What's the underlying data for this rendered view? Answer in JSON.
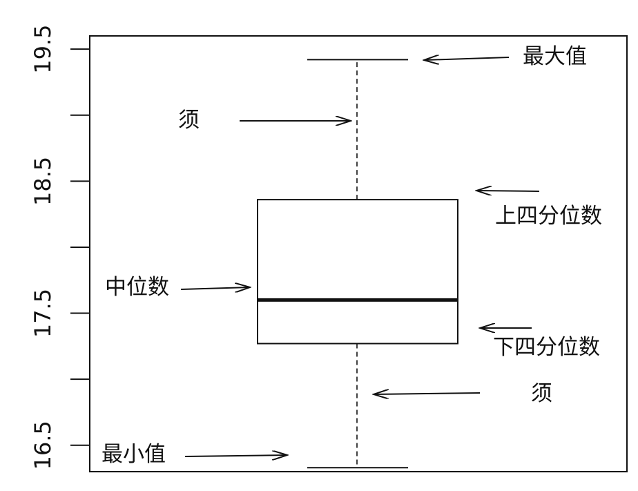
{
  "chart_data": {
    "type": "boxplot",
    "ylim": [
      16.3,
      19.6
    ],
    "yticks": [
      16.5,
      17.0,
      17.5,
      18.0,
      18.5,
      19.0,
      19.5
    ],
    "ytick_labels": [
      "16.5",
      "17.5",
      "18.5",
      "19.5"
    ],
    "box": {
      "min": 16.33,
      "q1": 17.27,
      "median": 17.6,
      "q3": 18.36,
      "max": 19.42
    },
    "annotations": [
      {
        "text": "最大值",
        "points_to": "max"
      },
      {
        "text": "须",
        "points_to": "upper_whisker"
      },
      {
        "text": "上四分位数",
        "points_to": "q3"
      },
      {
        "text": "中位数",
        "points_to": "median"
      },
      {
        "text": "下四分位数",
        "points_to": "q1"
      },
      {
        "text": "须",
        "points_to": "lower_whisker"
      },
      {
        "text": "最小值",
        "points_to": "min"
      }
    ]
  }
}
